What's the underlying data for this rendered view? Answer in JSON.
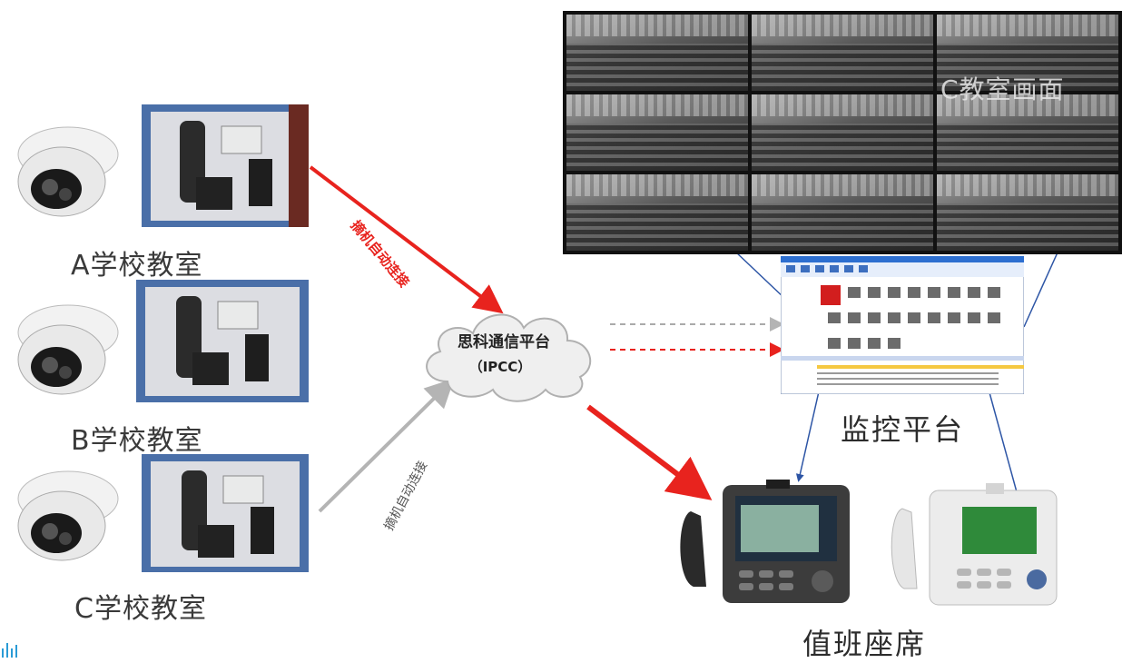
{
  "diagram": {
    "classrooms": [
      {
        "label": "A学校教室"
      },
      {
        "label": "B学校教室"
      },
      {
        "label": "C学校教室"
      }
    ],
    "cloud": {
      "line1": "思科通信平台",
      "line2": "（IPCC）"
    },
    "arrow_top_label": "摘机自动连接",
    "arrow_bottom_label": "摘机自动连接",
    "video_wall": {
      "overlay_right": "C教室画面"
    },
    "monitor_label": "监控平台",
    "duty_label": "值班座席"
  },
  "colors": {
    "red_arrow": "#e8231e",
    "gray_arrow": "#b4b4b4",
    "blue_line": "#2d55a5"
  }
}
